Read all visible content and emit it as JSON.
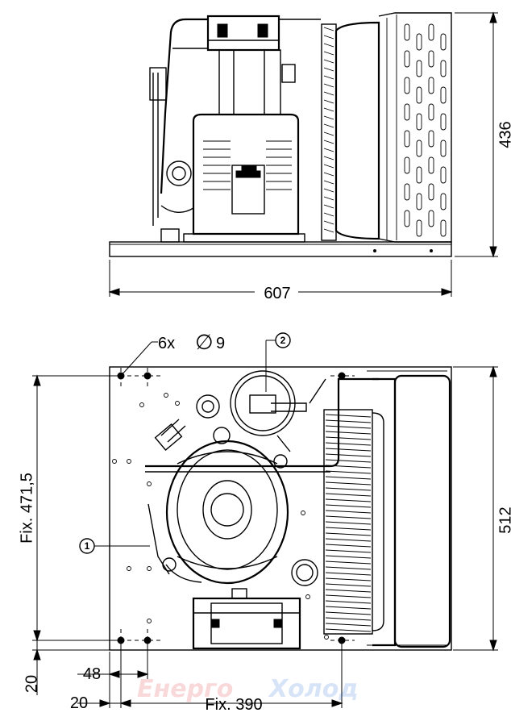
{
  "dimensions": {
    "side_height": "436",
    "side_width": "607",
    "top_depth": "512",
    "fix_depth": "Fix. 471,5",
    "hole_offset_x": "48",
    "edge_offset_y": "20",
    "edge_offset_x": "20",
    "fix_width": "Fix. 390"
  },
  "holes_note": {
    "count": "6x",
    "diameter_symbol": "∅",
    "diameter": "9"
  },
  "callouts": [
    "1",
    "2"
  ],
  "watermark": {
    "part1": "Енерго",
    "part2": "Холод"
  },
  "colors": {
    "line": "#000000",
    "watermark_red": "#e0303a",
    "watermark_blue": "#2a6fd6"
  }
}
